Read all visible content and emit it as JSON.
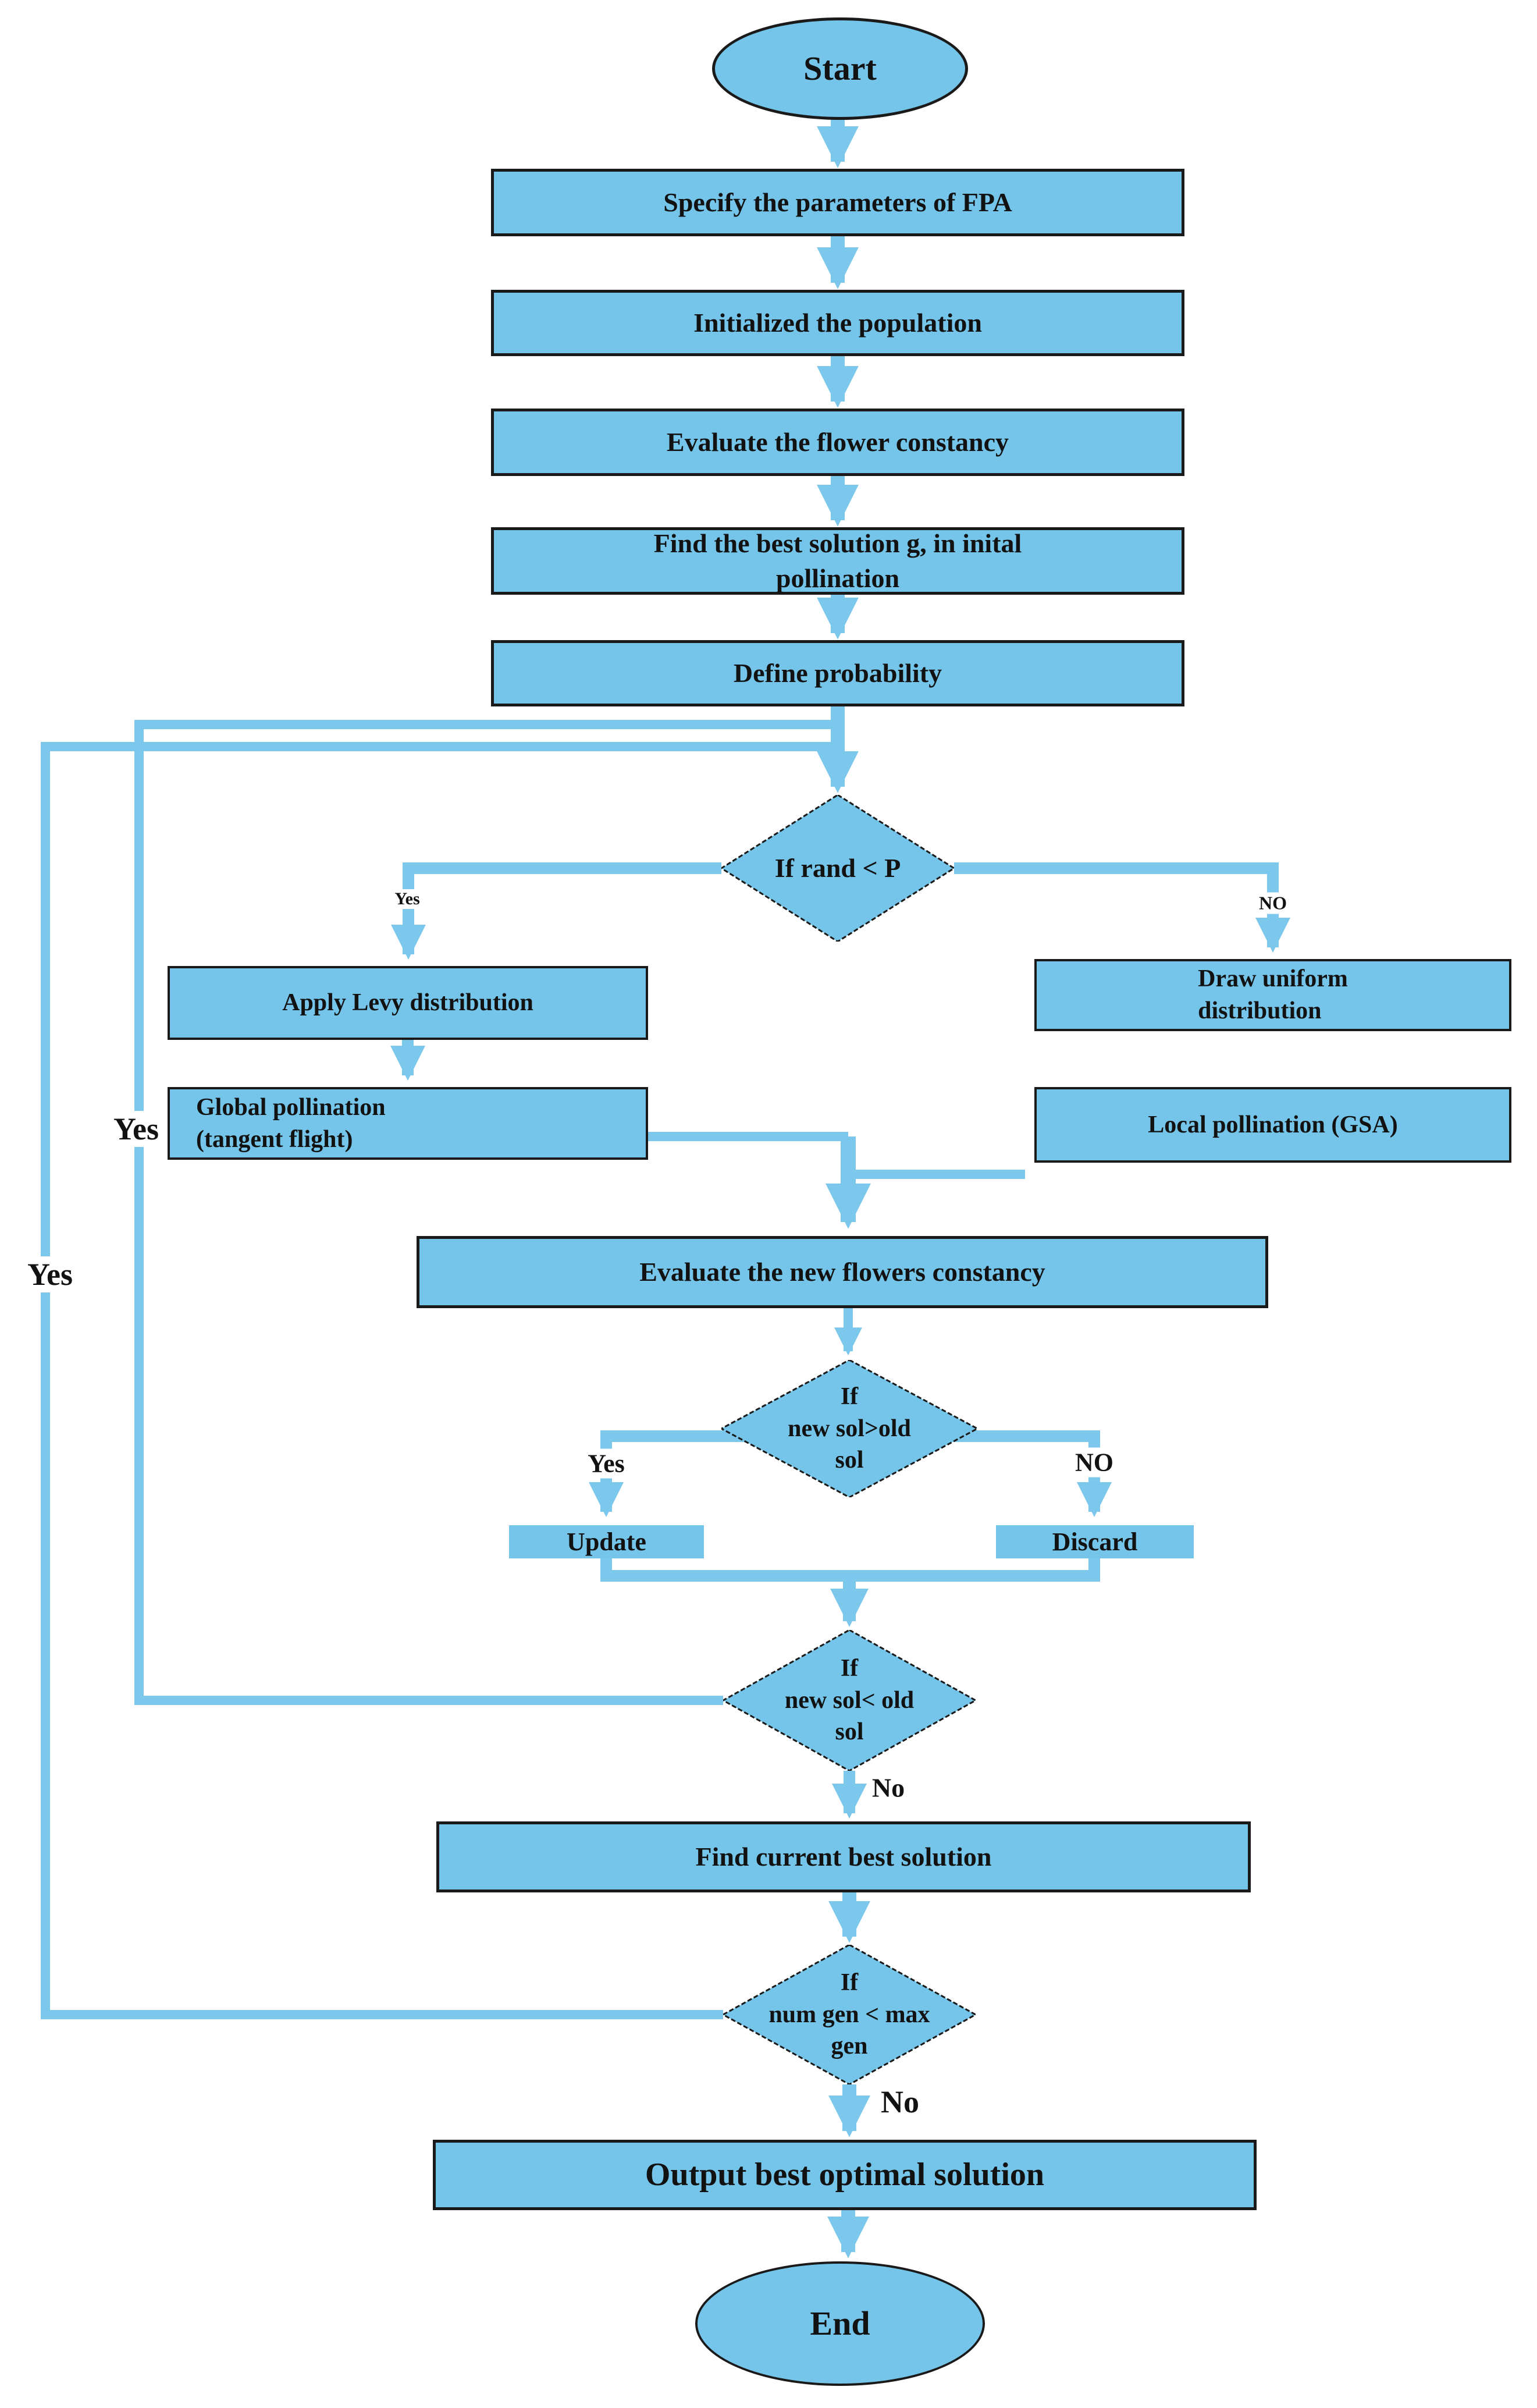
{
  "figure": {
    "title": "Flower Pollination Algorithm (FPA) flowchart"
  },
  "colors": {
    "background": "#ffffff",
    "node_fill": "#74c5e9",
    "node_border": "#1a1a1a",
    "connector": "#7cc7ec",
    "text": "#121212"
  },
  "nodes": {
    "start": {
      "label": "Start"
    },
    "specify": {
      "label": "Specify the parameters of FPA"
    },
    "initialize": {
      "label": "Initialized the population"
    },
    "evaluate_constancy": {
      "label": "Evaluate the flower constancy"
    },
    "find_best_initial": {
      "label": "Find the best solution g, in inital\npollination"
    },
    "define_probability": {
      "label": "Define probability"
    },
    "rand_check": {
      "label": "If rand < P"
    },
    "apply_levy": {
      "label": "Apply Levy distribution"
    },
    "global_pollination": {
      "label": "Global pollination\n(tangent flight)"
    },
    "draw_uniform": {
      "label": "Draw uniform\ndistribution"
    },
    "local_pollination": {
      "label": "Local pollination (GSA)"
    },
    "evaluate_new": {
      "label": "Evaluate the new flowers constancy"
    },
    "new_sol_greater": {
      "label": "If\nnew sol>old\nsol"
    },
    "update": {
      "label": "Update"
    },
    "discard": {
      "label": "Discard"
    },
    "new_sol_less": {
      "label": "If\nnew sol< old\nsol"
    },
    "find_current_best": {
      "label": "Find current best solution"
    },
    "num_gen_check": {
      "label": "If\nnum gen < max\ngen"
    },
    "output_best": {
      "label": "Output best optimal solution"
    },
    "end": {
      "label": "End"
    }
  },
  "edge_labels": {
    "rand_yes": "Yes",
    "rand_no": "NO",
    "greater_yes": "Yes",
    "greater_no": "NO",
    "less_yes": "Yes",
    "less_no": "No",
    "gen_yes": "Yes",
    "gen_no": "No"
  }
}
